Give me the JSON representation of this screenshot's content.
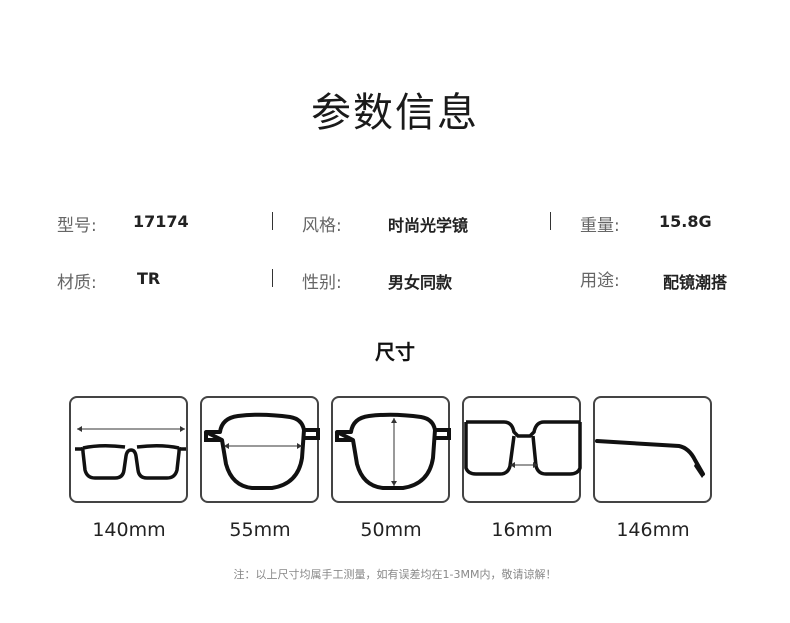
{
  "title": "参数信息",
  "specs": {
    "model_label": "型号:",
    "model_value": "17174",
    "style_label": "风格:",
    "style_value": "时尚光学镜",
    "weight_label": "重量:",
    "weight_value": "15.8G",
    "material_label": "材质:",
    "material_value": "TR",
    "gender_label": "性别:",
    "gender_value": "男女同款",
    "usage_label": "用途:",
    "usage_value": "配镜潮搭"
  },
  "size_section": {
    "title": "尺寸",
    "dimensions": [
      "140mm",
      "55mm",
      "50mm",
      "16mm",
      "146mm"
    ]
  },
  "note": "注：以上尺寸均属手工测量，如有误差均在1-3MM内，敬请谅解！"
}
